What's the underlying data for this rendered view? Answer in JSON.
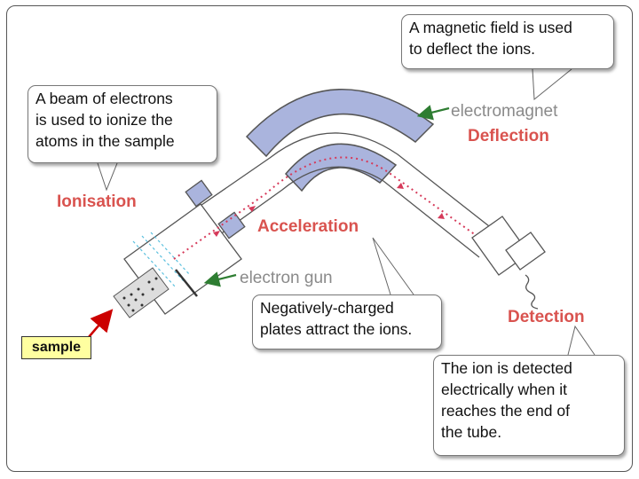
{
  "callouts": {
    "magnetic": "A magnetic field is used\nto deflect the ions.",
    "beam": "A beam of electrons\nis used to ionize the\natoms in the sample",
    "plates": "Negatively-charged\nplates attract the ions.",
    "detected": "The ion is detected\nelectrically when it\nreaches the end of\nthe tube."
  },
  "labels": {
    "electromagnet": "electromagnet",
    "deflection": "Deflection",
    "ionisation": "Ionisation",
    "acceleration": "Acceleration",
    "electron_gun": "electron gun",
    "detection": "Detection",
    "sample": "sample"
  },
  "colors": {
    "magnet_fill": "#aab4dd",
    "label_red": "#d9534f",
    "arrow_green": "#2e7d32",
    "ion_path": "#d63a5a",
    "sample_arrow": "#cc0000",
    "sample_box": "#ffffa0"
  }
}
